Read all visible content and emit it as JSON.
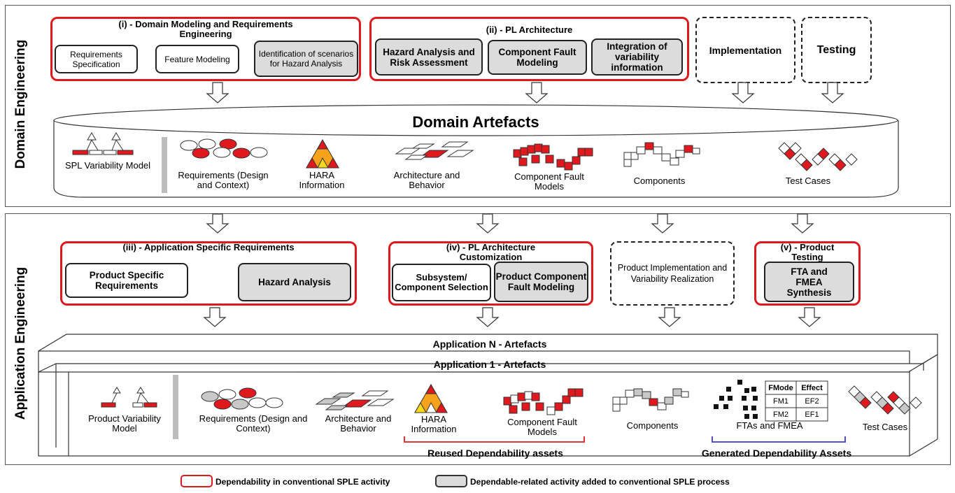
{
  "domain_engineering": {
    "side_label": "Domain Engineering",
    "activities": {
      "i": {
        "title": "(i) - Domain Modeling and Requirements Engineering",
        "items": [
          "Requirements Specification",
          "Feature Modeling",
          "Identification of scenarios for Hazard Analysis"
        ]
      },
      "ii": {
        "title": "(ii) - PL Architecture",
        "items": [
          "Hazard Analysis and Risk Assessment",
          "Component Fault Modeling",
          "Integration of variability information"
        ]
      },
      "implementation": "Implementation",
      "testing": "Testing"
    },
    "repository_title": "Domain Artefacts",
    "artefacts": [
      "SPL Variability Model",
      "Requirements (Design and Context)",
      "HARA Information",
      "Architecture and Behavior",
      "Component Fault Models",
      "Components",
      "Test Cases"
    ]
  },
  "application_engineering": {
    "side_label": "Application Engineering",
    "activities": {
      "iii": {
        "title": "(iii) - Application Specific Requirements",
        "items": [
          "Product Specific Requirements",
          "Hazard Analysis"
        ]
      },
      "iv": {
        "title": "(iv) - PL Architecture Customization",
        "items": [
          "Subsystem/ Component Selection",
          "Product Component Fault Modeling"
        ]
      },
      "product_impl": "Product Implementation and Variability Realization",
      "v": {
        "title": "(v) - Product Testing",
        "items": [
          "FTA and FMEA Synthesis"
        ]
      }
    },
    "app_n_title": "Application N - Artefacts",
    "app_1_title": "Application 1 - Artefacts",
    "artefacts": [
      "Product Variability Model",
      "Requirements (Design and Context)",
      "Architecture and Behavior",
      "HARA Information",
      "Component Fault Models",
      "Components",
      "FTAs and FMEA",
      "Test Cases"
    ],
    "fmea_table": {
      "headers": [
        "FMode",
        "Effect"
      ],
      "rows": [
        [
          "FM1",
          "EF2"
        ],
        [
          "FM2",
          "EF1"
        ]
      ]
    },
    "reused_label": "Reused Dependability assets",
    "generated_label": "Generated Dependability Assets"
  },
  "legend": {
    "red_box": "Dependability in conventional SPLE activity",
    "gray_box": "Dependable-related activity added to conventional SPLE process"
  },
  "colors": {
    "red": "#e0191e",
    "gray": "#dcdcdc",
    "blue": "#3a3acf"
  }
}
